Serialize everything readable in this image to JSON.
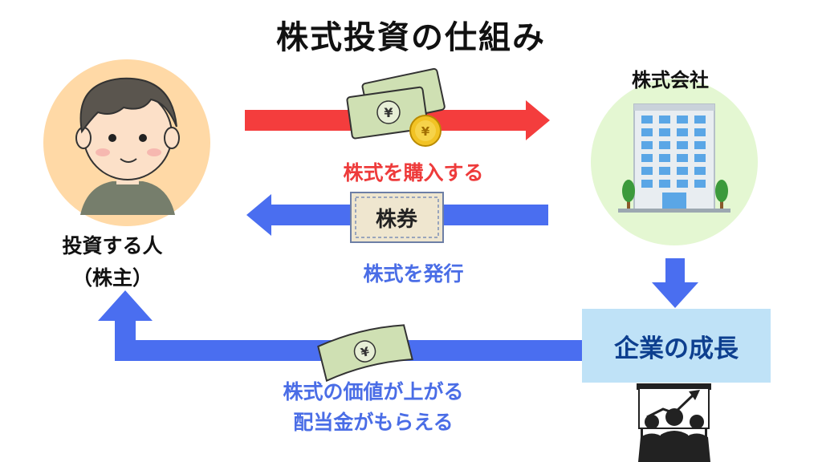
{
  "title": "株式投資の仕組み",
  "investor": {
    "line1": "投資する人",
    "line2": "（株主）"
  },
  "company": {
    "label": "株式会社"
  },
  "buy_label": "株式を購入する",
  "issue_label": "株式を発行",
  "certificate_text": "株券",
  "growth_label": "企業の成長",
  "return_label": {
    "line1": "株式の価値が上がる",
    "line2": "配当金がもらえる"
  },
  "currency_symbol": "¥",
  "colors": {
    "red_arrow": "#f43d3d",
    "blue_arrow": "#4a6ef0",
    "growth_box": "#bfe2f7",
    "growth_text": "#0d3f8f",
    "investor_circle": "#ffd9a6",
    "company_circle": "#e4f7d2"
  }
}
